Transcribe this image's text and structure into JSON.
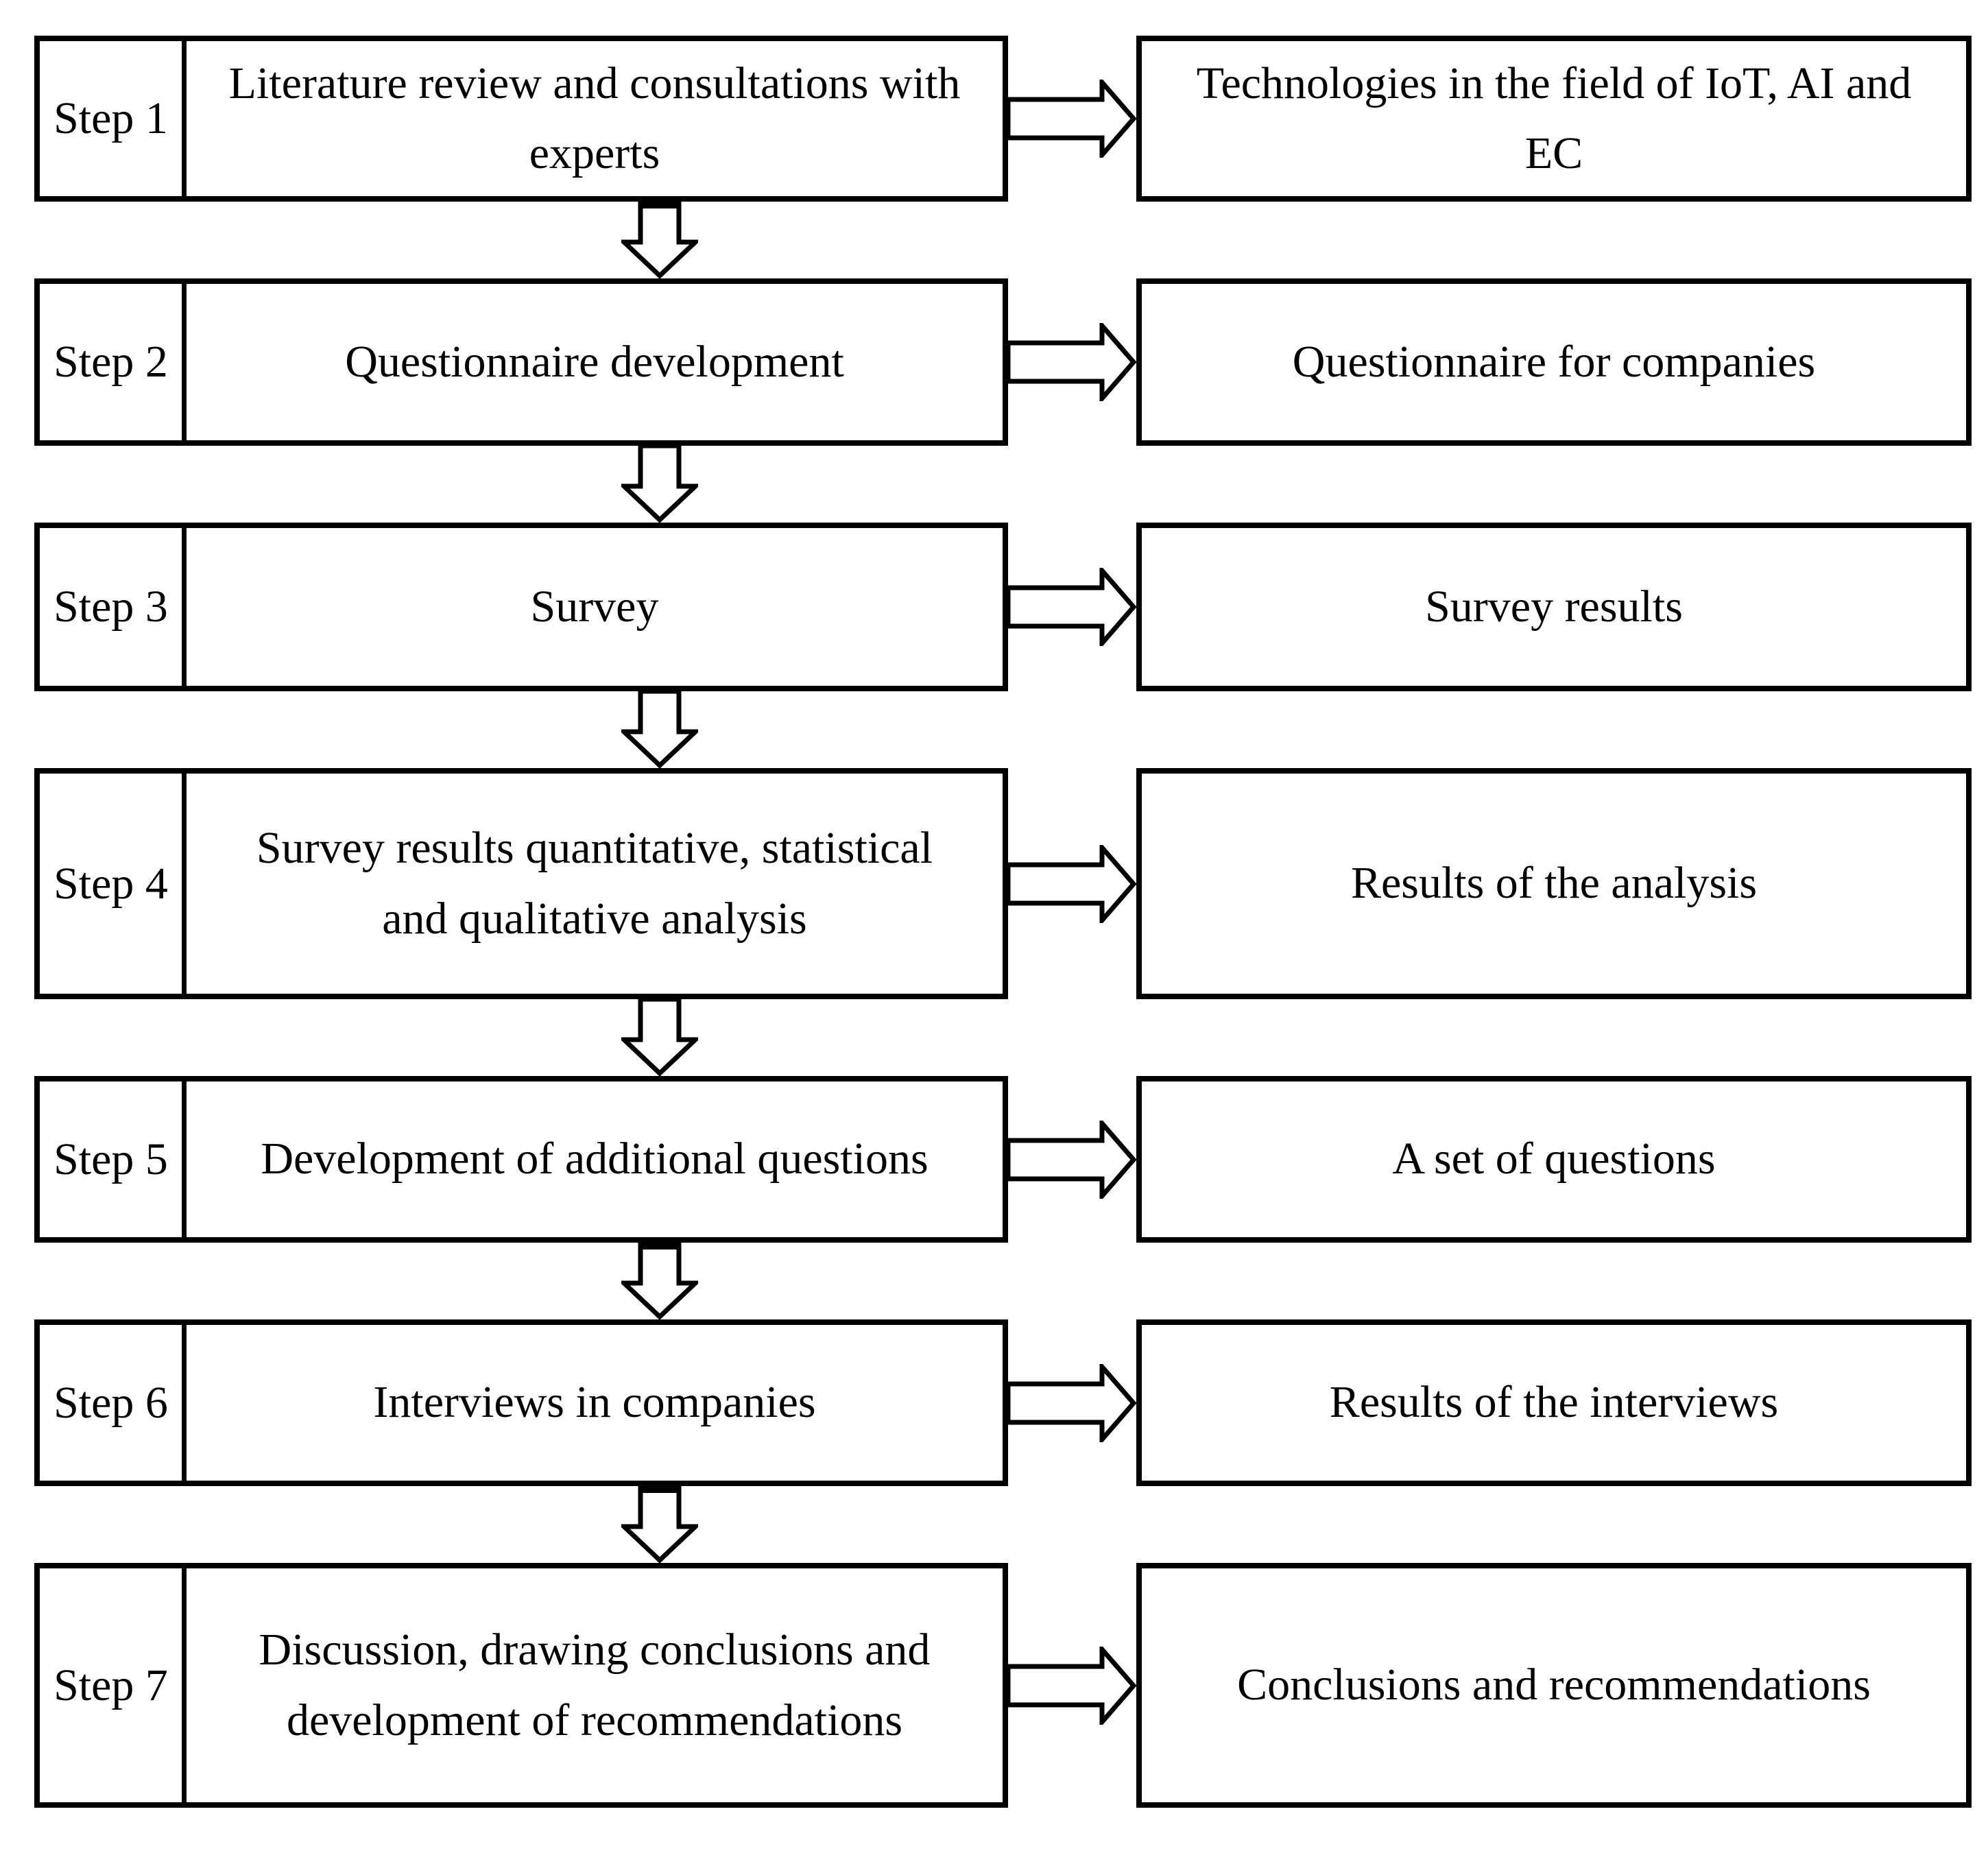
{
  "figure": {
    "type": "flowchart",
    "colors": {
      "border": "#000000",
      "fill": "#ffffff",
      "text": "#000000"
    },
    "rows": [
      {
        "step": "Step 1",
        "process": "Literature review and consultations with experts",
        "output": "Technologies in the field of IoT, AI and EC"
      },
      {
        "step": "Step 2",
        "process": "Questionnaire development",
        "output": "Questionnaire for companies"
      },
      {
        "step": "Step 3",
        "process": "Survey",
        "output": "Survey results"
      },
      {
        "step": "Step 4",
        "process": "Survey results quantitative, statistical and qualitative analysis",
        "output": "Results of the analysis"
      },
      {
        "step": "Step 5",
        "process": "Development of additional questions",
        "output": "A set of questions"
      },
      {
        "step": "Step 6",
        "process": "Interviews in companies",
        "output": "Results of the interviews"
      },
      {
        "step": "Step 7",
        "process": "Discussion, drawing conclusions and development of recommendations",
        "output": "Conclusions and recommendations"
      }
    ]
  }
}
